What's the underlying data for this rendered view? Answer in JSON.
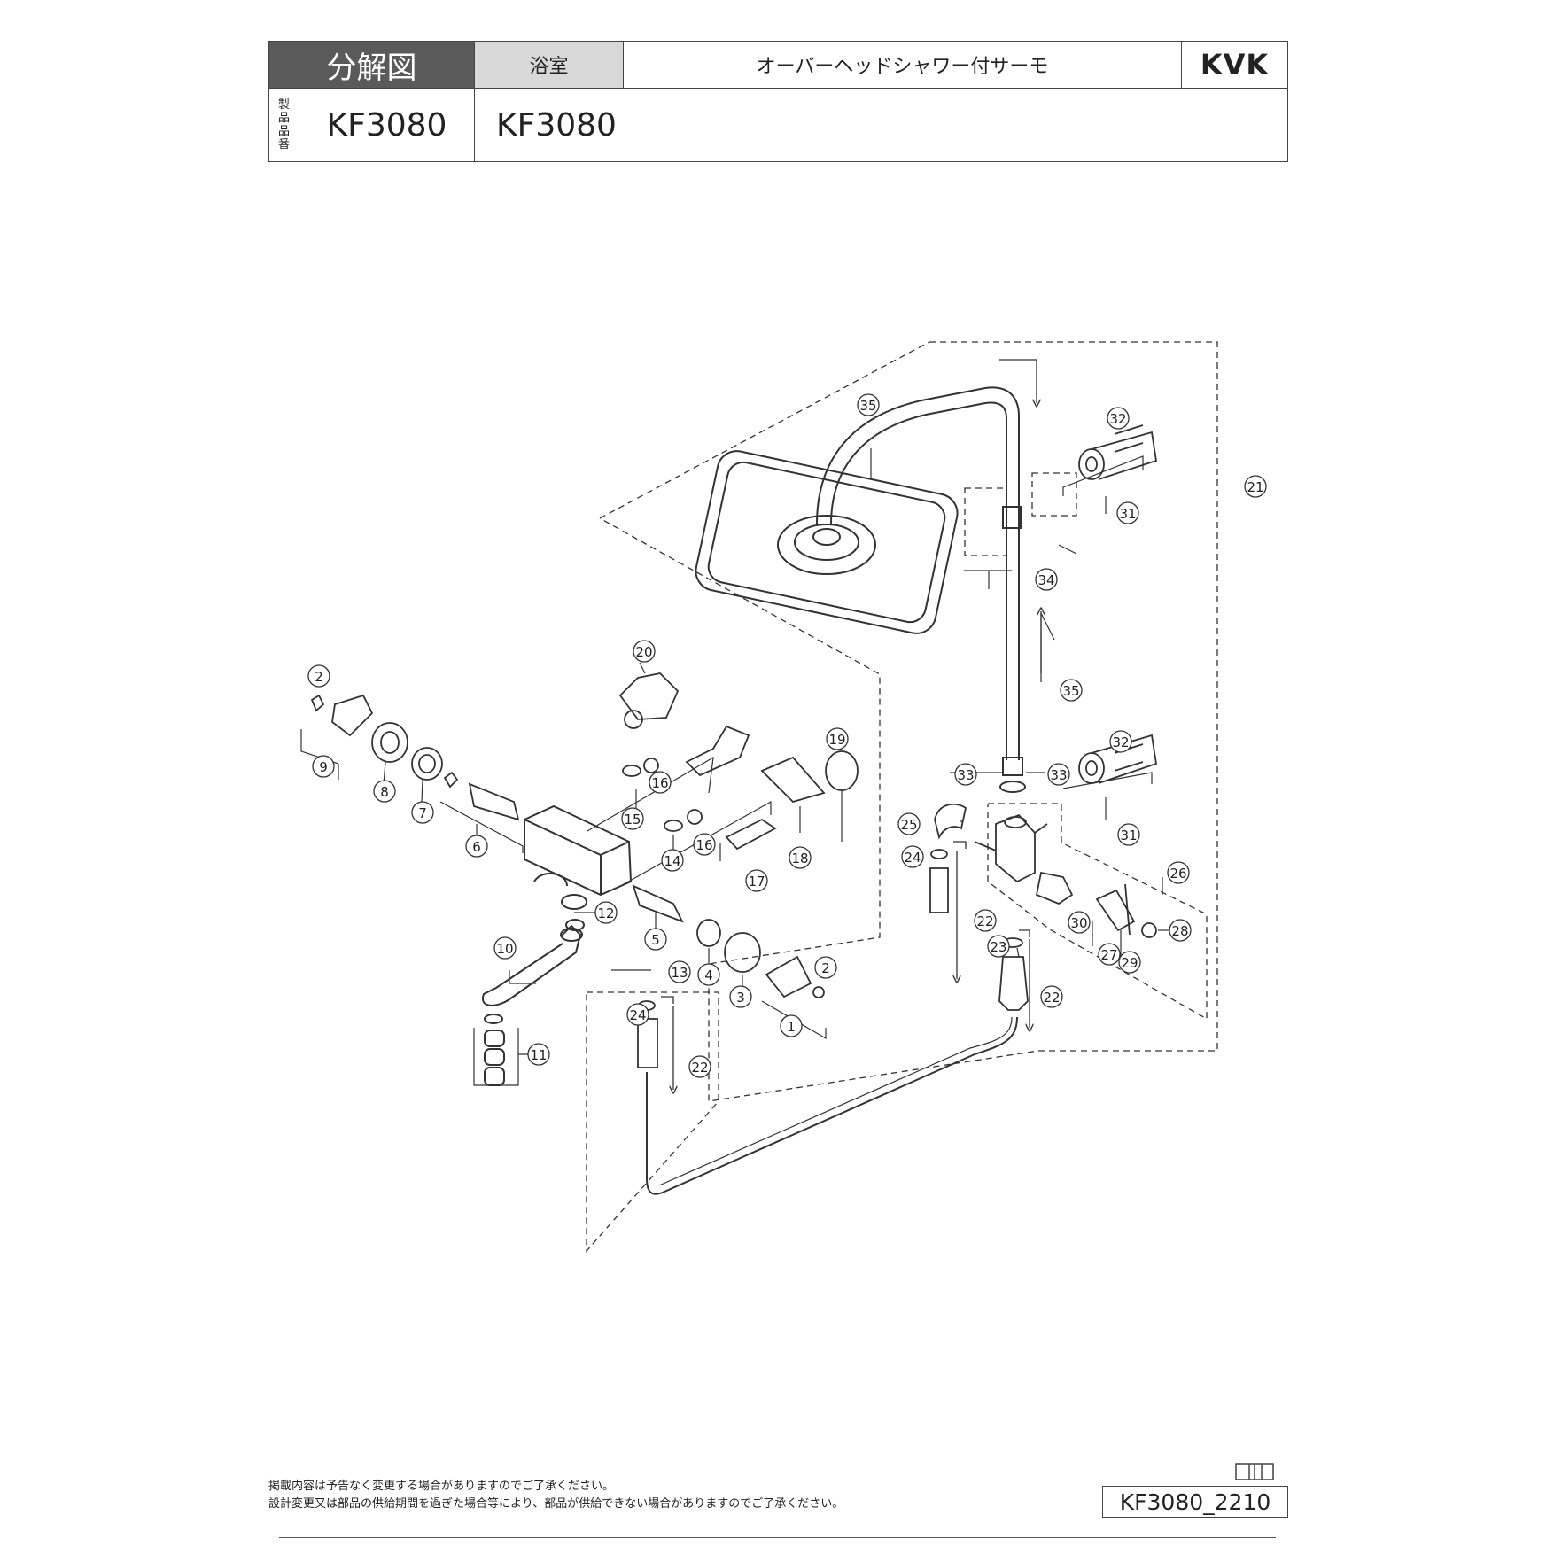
{
  "header": {
    "section_label": "分解図",
    "room_label": "浴室",
    "description": "オーバーヘッドシャワー付サーモ",
    "brand": "KVK",
    "product_number_label": [
      "製",
      "品",
      "品",
      "番"
    ],
    "product_number_1": "KF3080",
    "product_number_2": "KF3080"
  },
  "callouts": [
    "1",
    "2",
    "2",
    "3",
    "4",
    "5",
    "6",
    "7",
    "8",
    "9",
    "10",
    "11",
    "12",
    "13",
    "14",
    "15",
    "16",
    "16",
    "17",
    "18",
    "19",
    "20",
    "21",
    "22",
    "22",
    "22",
    "23",
    "24",
    "24",
    "25",
    "26",
    "27",
    "28",
    "29",
    "30",
    "31",
    "31",
    "32",
    "32",
    "33",
    "33",
    "34",
    "35",
    "35"
  ],
  "footer": {
    "note_1": "掲載内容は予告なく変更する場合がありますのでご了承ください。",
    "note_2": "設計変更又は部品の供給期間を過ぎた場合等により、部品が供給できない場合がありますのでご了承ください。",
    "document_code": "KF3080_2210"
  }
}
